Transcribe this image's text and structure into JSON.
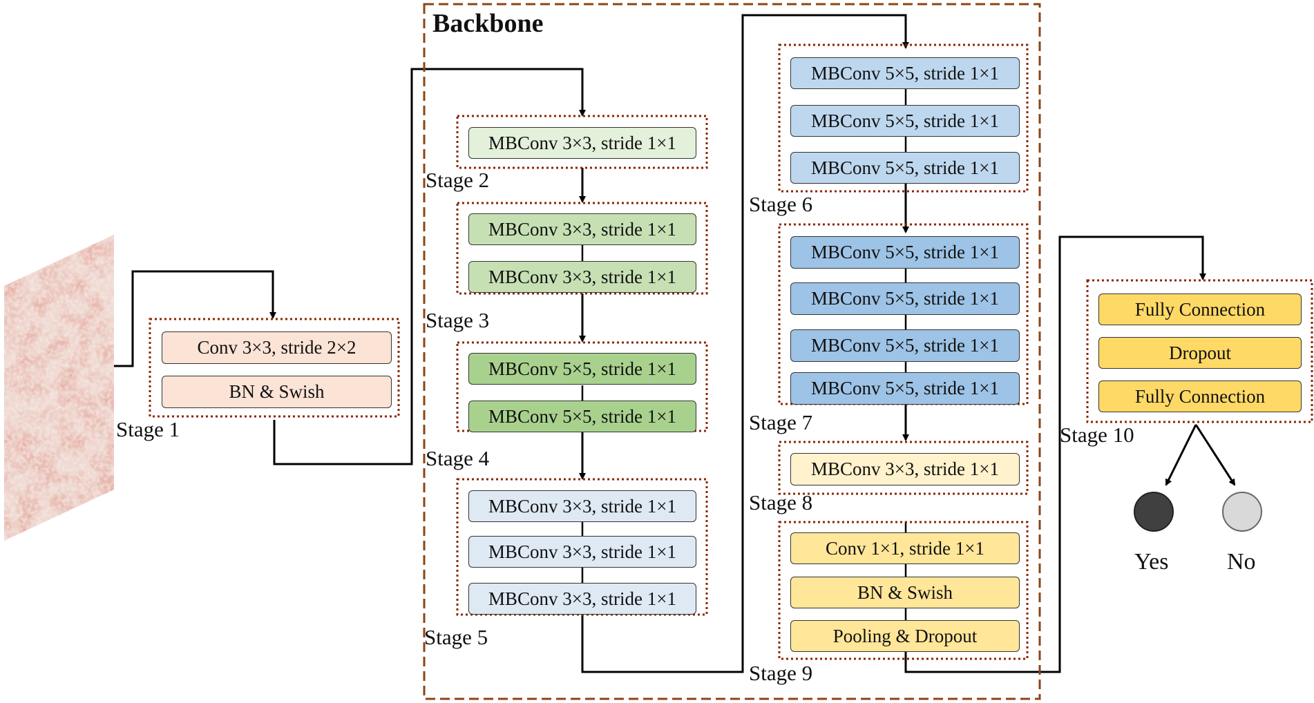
{
  "backbone_title": "Backbone",
  "stages": [
    {
      "label": "Stage 1",
      "blocks": [
        "Conv 3×3, stride 2×2",
        "BN & Swish"
      ],
      "color": "#fbe3d6"
    },
    {
      "label": "Stage 2",
      "blocks": [
        "MBConv 3×3, stride 1×1"
      ],
      "color": "#e3f0da"
    },
    {
      "label": "Stage 3",
      "blocks": [
        "MBConv 3×3, stride 1×1",
        "MBConv 3×3, stride 1×1"
      ],
      "color": "#c6e0b4"
    },
    {
      "label": "Stage 4",
      "blocks": [
        "MBConv 5×5, stride 1×1",
        "MBConv 5×5, stride 1×1"
      ],
      "color": "#a9d18e"
    },
    {
      "label": "Stage 5",
      "blocks": [
        "MBConv 3×3, stride 1×1",
        "MBConv 3×3, stride 1×1",
        "MBConv 3×3, stride 1×1"
      ],
      "color": "#dee9f4"
    },
    {
      "label": "Stage 6",
      "blocks": [
        "MBConv 5×5, stride 1×1",
        "MBConv 5×5, stride 1×1",
        "MBConv 5×5, stride 1×1"
      ],
      "color": "#bdd7ee"
    },
    {
      "label": "Stage 7",
      "blocks": [
        "MBConv 5×5, stride 1×1",
        "MBConv 5×5, stride 1×1",
        "MBConv 5×5, stride 1×1",
        "MBConv 5×5, stride 1×1"
      ],
      "color": "#9dc3e6"
    },
    {
      "label": "Stage 8",
      "blocks": [
        "MBConv 3×3, stride 1×1"
      ],
      "color": "#fff2cc"
    },
    {
      "label": "Stage 9",
      "blocks": [
        "Conv 1×1, stride 1×1",
        "BN & Swish",
        "Pooling & Dropout"
      ],
      "color": "#ffe699"
    },
    {
      "label": "Stage 10",
      "blocks": [
        "Fully Connection",
        "Dropout",
        "Fully Connection"
      ],
      "color": "#ffd966"
    }
  ],
  "outputs": [
    {
      "label": "Yes",
      "color": "#404040"
    },
    {
      "label": "No",
      "color": "#d9d9d9"
    }
  ],
  "colors": {
    "backbone_border": "#8b4513",
    "stage_border": "#8b2500",
    "arrow": "#000000"
  }
}
